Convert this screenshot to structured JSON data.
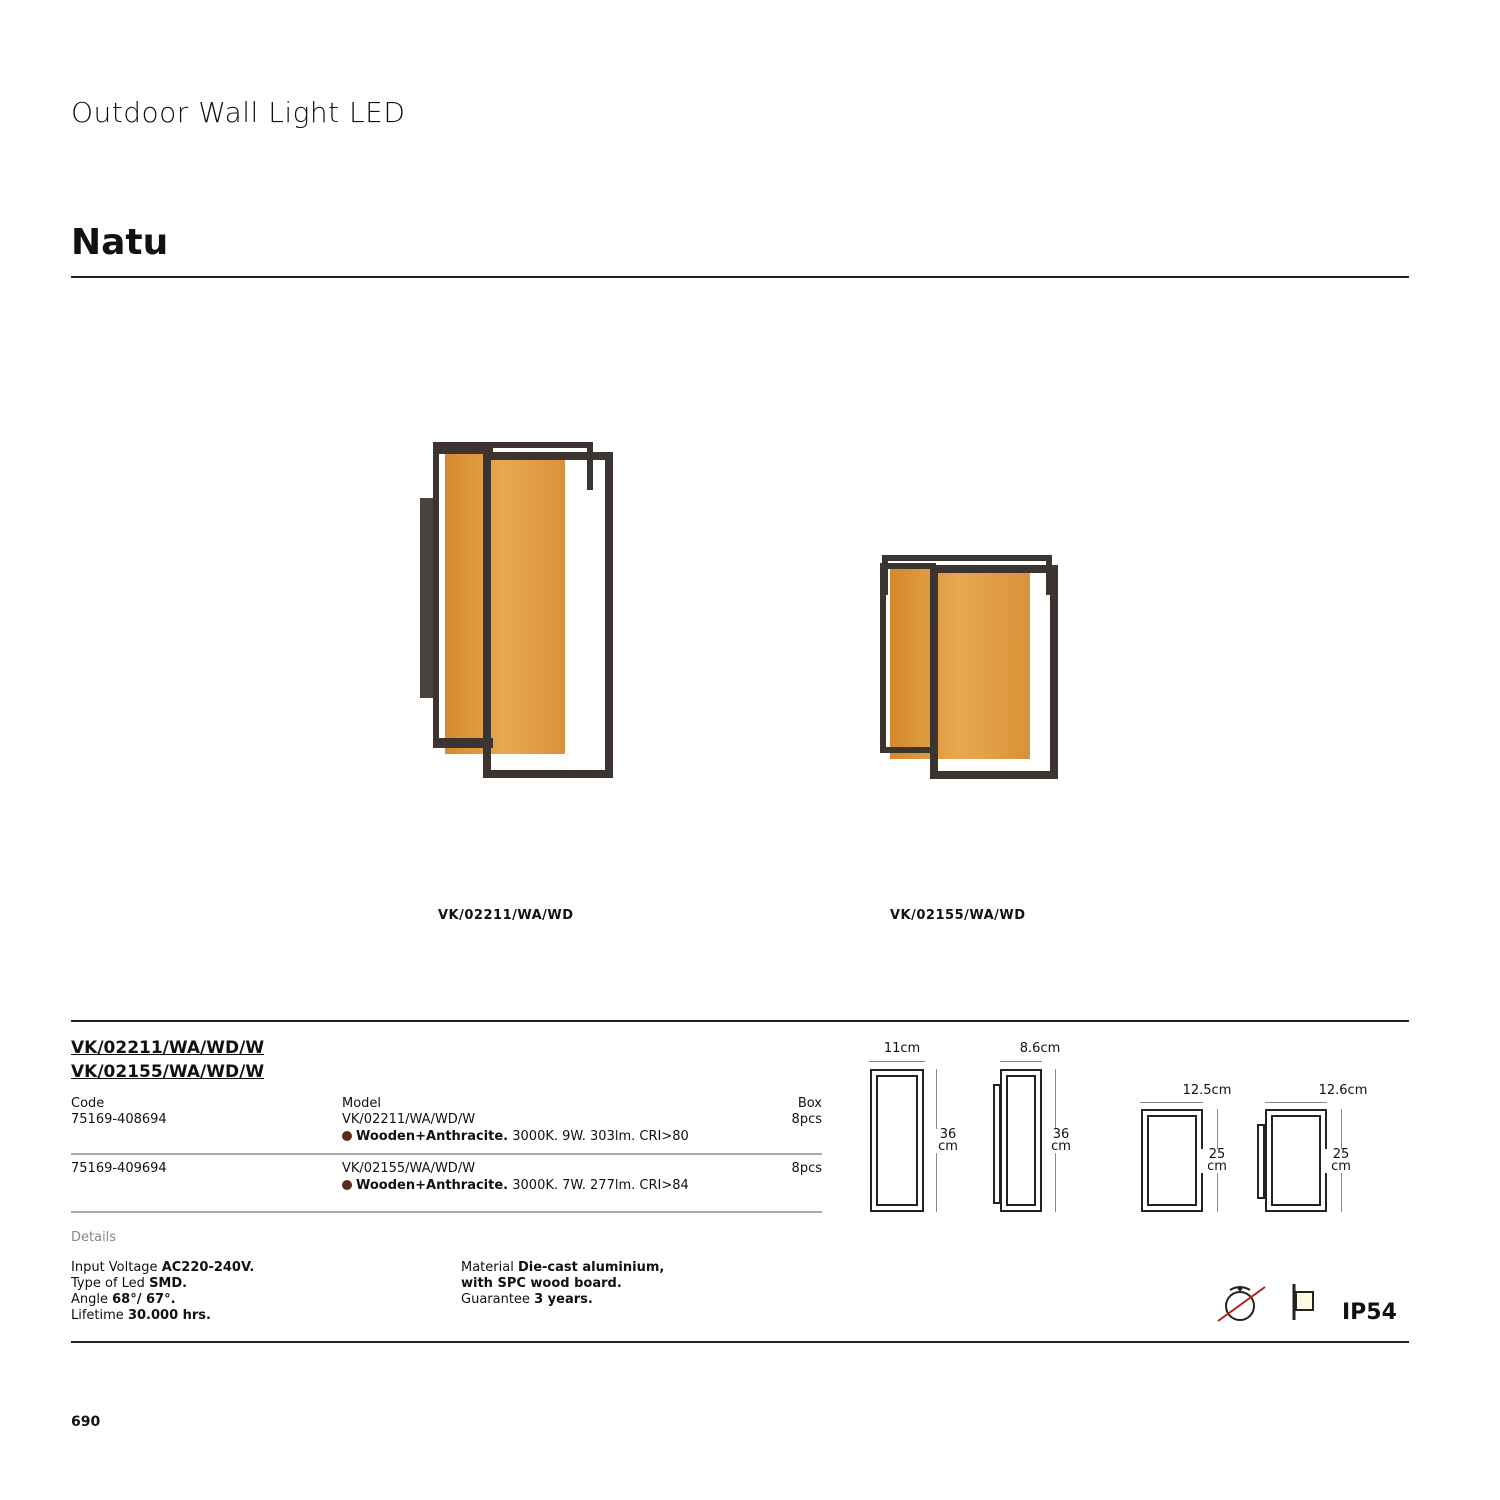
{
  "header": {
    "category": "Outdoor Wall Light LED",
    "title": "Natu"
  },
  "products": [
    {
      "caption": "VK/02211/WA/WD"
    },
    {
      "caption": "VK/02155/WA/WD"
    }
  ],
  "spec": {
    "codes": [
      "VK/02211/WA/WD/W",
      "VK/02155/WA/WD/W"
    ],
    "headers": {
      "code": "Code",
      "model": "Model",
      "box": "Box"
    },
    "rows": [
      {
        "code": "75169-408694",
        "model": "VK/02211/WA/WD/W",
        "finish": "Wooden+Anthracite.",
        "specs": "3000K. 9W. 303lm. CRI>80",
        "box": "8pcs",
        "dot_color": "#5a2a1a"
      },
      {
        "code": "75169-409694",
        "model": "VK/02155/WA/WD/W",
        "finish": "Wooden+Anthracite.",
        "specs": "3000K. 7W. 277lm. CRI>84",
        "box": "8pcs",
        "dot_color": "#5a2a1a"
      }
    ],
    "details_label": "Details",
    "details_left": [
      {
        "label": "Input Voltage",
        "value": "AC220-240V."
      },
      {
        "label": "Type of Led",
        "value": "SMD."
      },
      {
        "label": "Angle",
        "value": "68°/ 67°."
      },
      {
        "label": "Lifetime",
        "value": "30.000 hrs."
      }
    ],
    "details_right": [
      {
        "label": "Material",
        "value": "Die-cast aluminium,"
      },
      {
        "label": "",
        "value": "with SPC wood board."
      },
      {
        "label": "Guarantee",
        "value": "3 years."
      }
    ]
  },
  "dimensions": {
    "d1": {
      "w": "11cm",
      "h1": "36",
      "h2": "cm"
    },
    "d2": {
      "w": "8.6cm",
      "h1": "36",
      "h2": "cm"
    },
    "d3": {
      "w": "12.5cm",
      "h1": "25",
      "h2": "cm"
    },
    "d4": {
      "w": "12.6cm",
      "h1": "25",
      "h2": "cm"
    }
  },
  "icons": {
    "ip_rating": "IP54"
  },
  "footer": {
    "page_number": "690"
  }
}
